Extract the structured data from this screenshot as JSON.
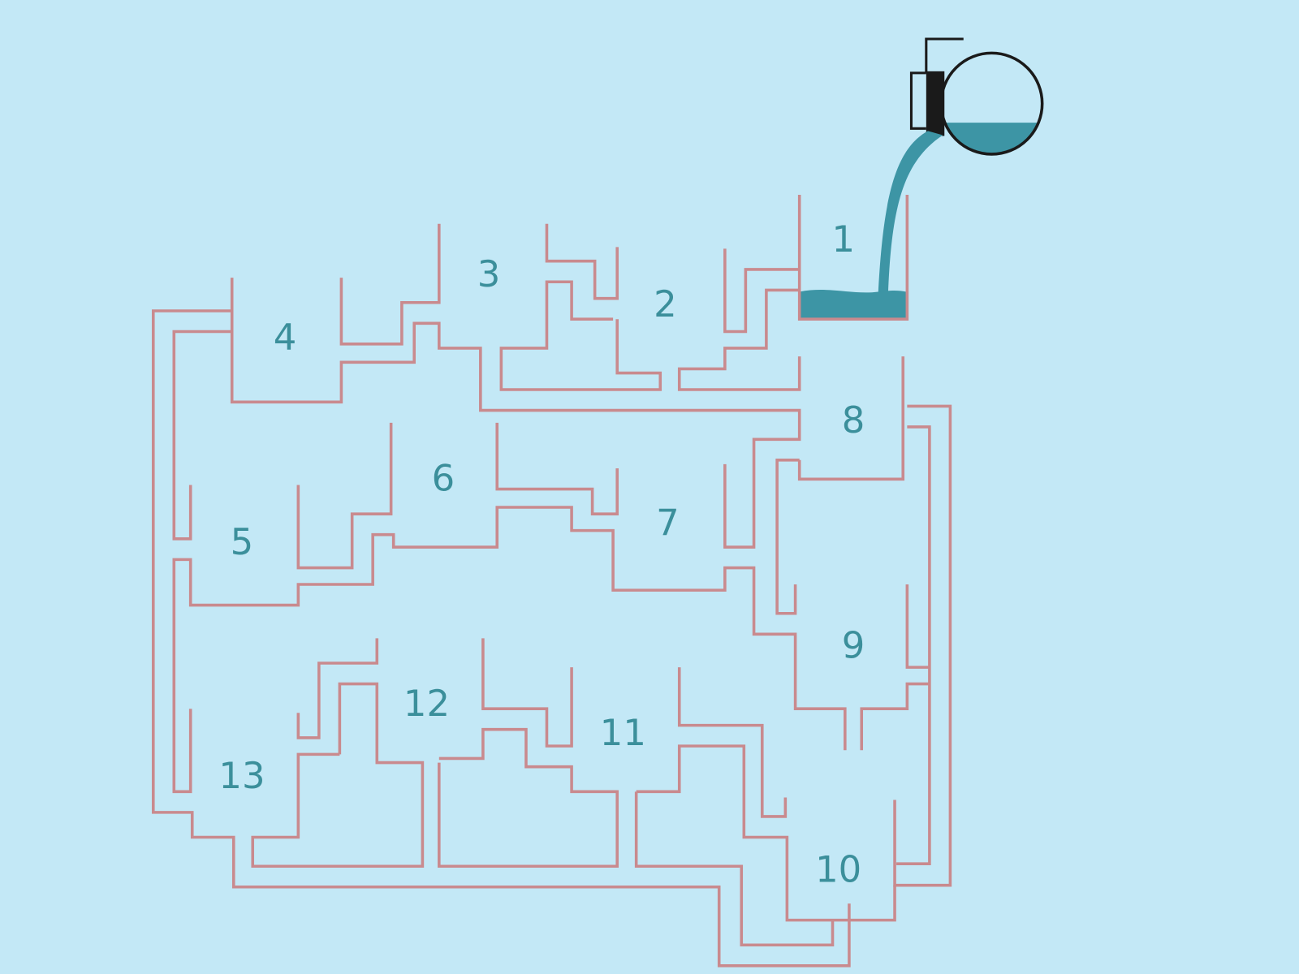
{
  "colors": {
    "background": "#c3e8f6",
    "pipe": "#c98a8e",
    "label": "#3b8f9b",
    "water": "#3d95a5",
    "jug_outline": "#1a1a1a"
  },
  "containers": [
    {
      "label": "1"
    },
    {
      "label": "2"
    },
    {
      "label": "3"
    },
    {
      "label": "4"
    },
    {
      "label": "5"
    },
    {
      "label": "6"
    },
    {
      "label": "7"
    },
    {
      "label": "8"
    },
    {
      "label": "9"
    },
    {
      "label": "10"
    },
    {
      "label": "11"
    },
    {
      "label": "12"
    },
    {
      "label": "13"
    }
  ],
  "pouring_into": "1"
}
